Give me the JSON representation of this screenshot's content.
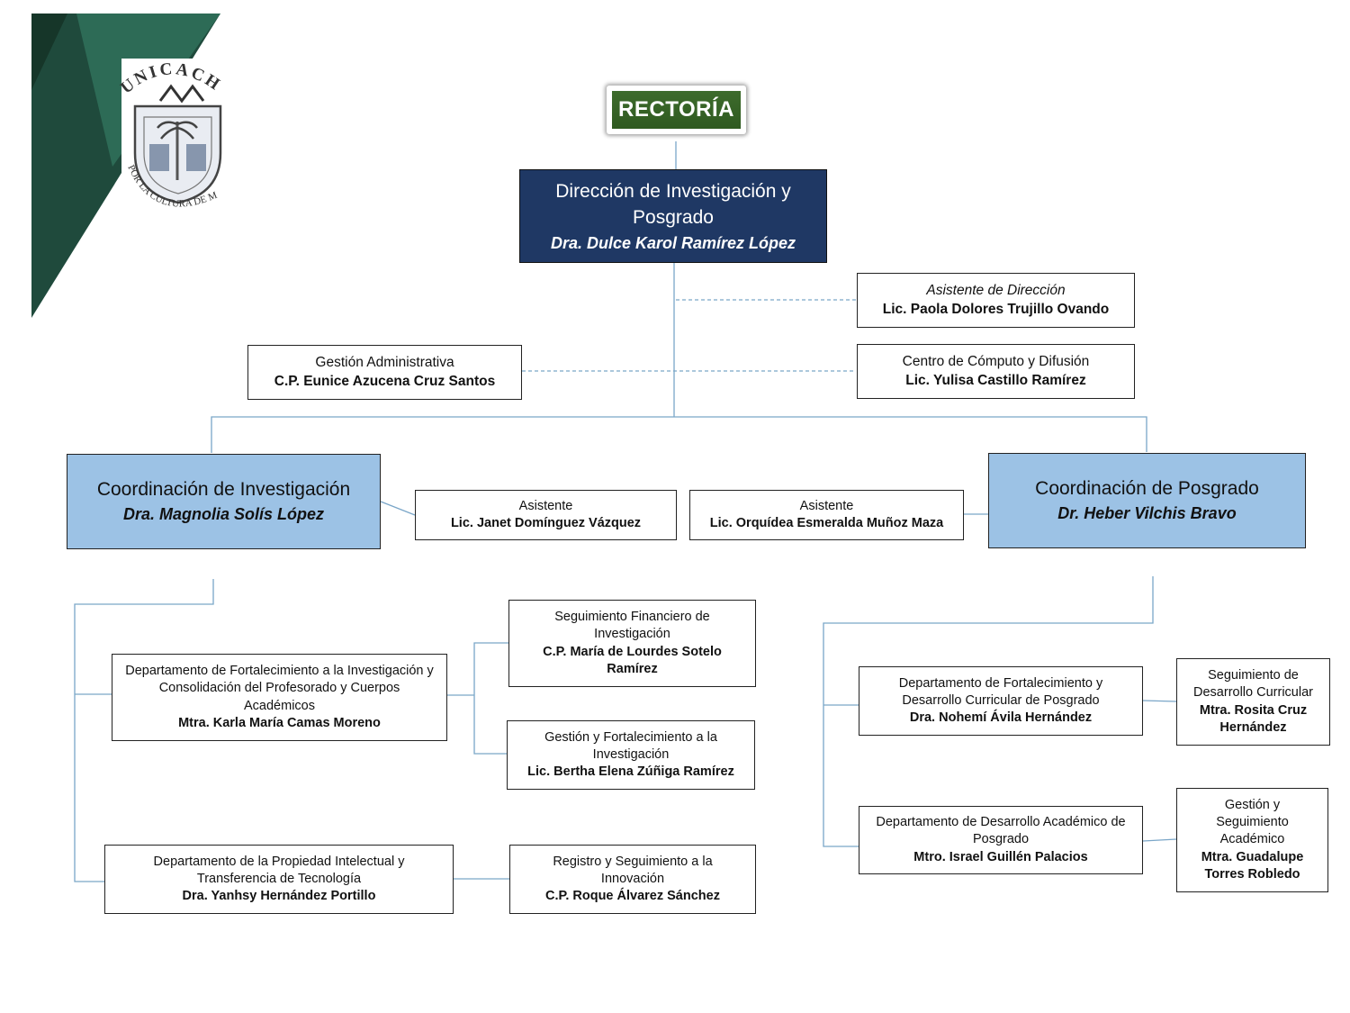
{
  "logo": {
    "name": "UNICACH",
    "motto": "POR LA CULTURA DE MI RAZA"
  },
  "rectoria": "RECTORÍA",
  "direccion": {
    "title": "Dirección de Investigación y Posgrado",
    "person": "Dra. Dulce Karol Ramírez López"
  },
  "asistente_direccion": {
    "title": "Asistente de Dirección",
    "person": "Lic. Paola Dolores Trujillo Ovando"
  },
  "gestion_admin": {
    "title": "Gestión Administrativa",
    "person": "C.P. Eunice Azucena Cruz Santos"
  },
  "centro_computo": {
    "title": "Centro de Cómputo y Difusión",
    "person": "Lic. Yulisa Castillo Ramírez"
  },
  "coord_investigacion": {
    "title": "Coordinación de Investigación",
    "person": "Dra. Magnolia Solís López"
  },
  "asistente_investigacion": {
    "title": "Asistente",
    "person": "Lic. Janet Domínguez Vázquez"
  },
  "asistente_posgrado": {
    "title": "Asistente",
    "person": "Lic. Orquídea Esmeralda Muñoz Maza"
  },
  "coord_posgrado": {
    "title": "Coordinación de Posgrado",
    "person": "Dr. Heber Vilchis Bravo"
  },
  "depto_fortalecimiento_investigacion": {
    "title": "Departamento de Fortalecimiento a la Investigación y Consolidación del Profesorado y Cuerpos Académicos",
    "person": "Mtra. Karla María Camas Moreno"
  },
  "seguimiento_financiero": {
    "title": "Seguimiento Financiero de Investigación",
    "person": "C.P. María de Lourdes Sotelo Ramírez"
  },
  "gestion_fortalecimiento": {
    "title": "Gestión y Fortalecimiento a la Investigación",
    "person": "Lic. Bertha Elena Zúñiga Ramírez"
  },
  "depto_propiedad_intelectual": {
    "title": "Departamento  de la Propiedad Intelectual y Transferencia de Tecnología",
    "person": "Dra. Yanhsy Hernández Portillo"
  },
  "registro_innovacion": {
    "title": "Registro y Seguimiento  a la Innovación",
    "person": "C.P. Roque Álvarez Sánchez"
  },
  "depto_curricular_posgrado": {
    "title": "Departamento  de Fortalecimiento y Desarrollo  Curricular de Posgrado",
    "person": "Dra. Nohemí Ávila Hernández"
  },
  "seguimiento_curricular": {
    "title": "Seguimiento de Desarrollo Curricular",
    "person": "Mtra. Rosita Cruz Hernández"
  },
  "depto_academico_posgrado": {
    "title": "Departamento  de Desarrollo Académico de Posgrado",
    "person": "Mtro. Israel Guillén Palacios"
  },
  "gestion_academico": {
    "title": "Gestión y Seguimiento Académico",
    "person": "Mtra. Guadalupe Torres Robledo"
  }
}
